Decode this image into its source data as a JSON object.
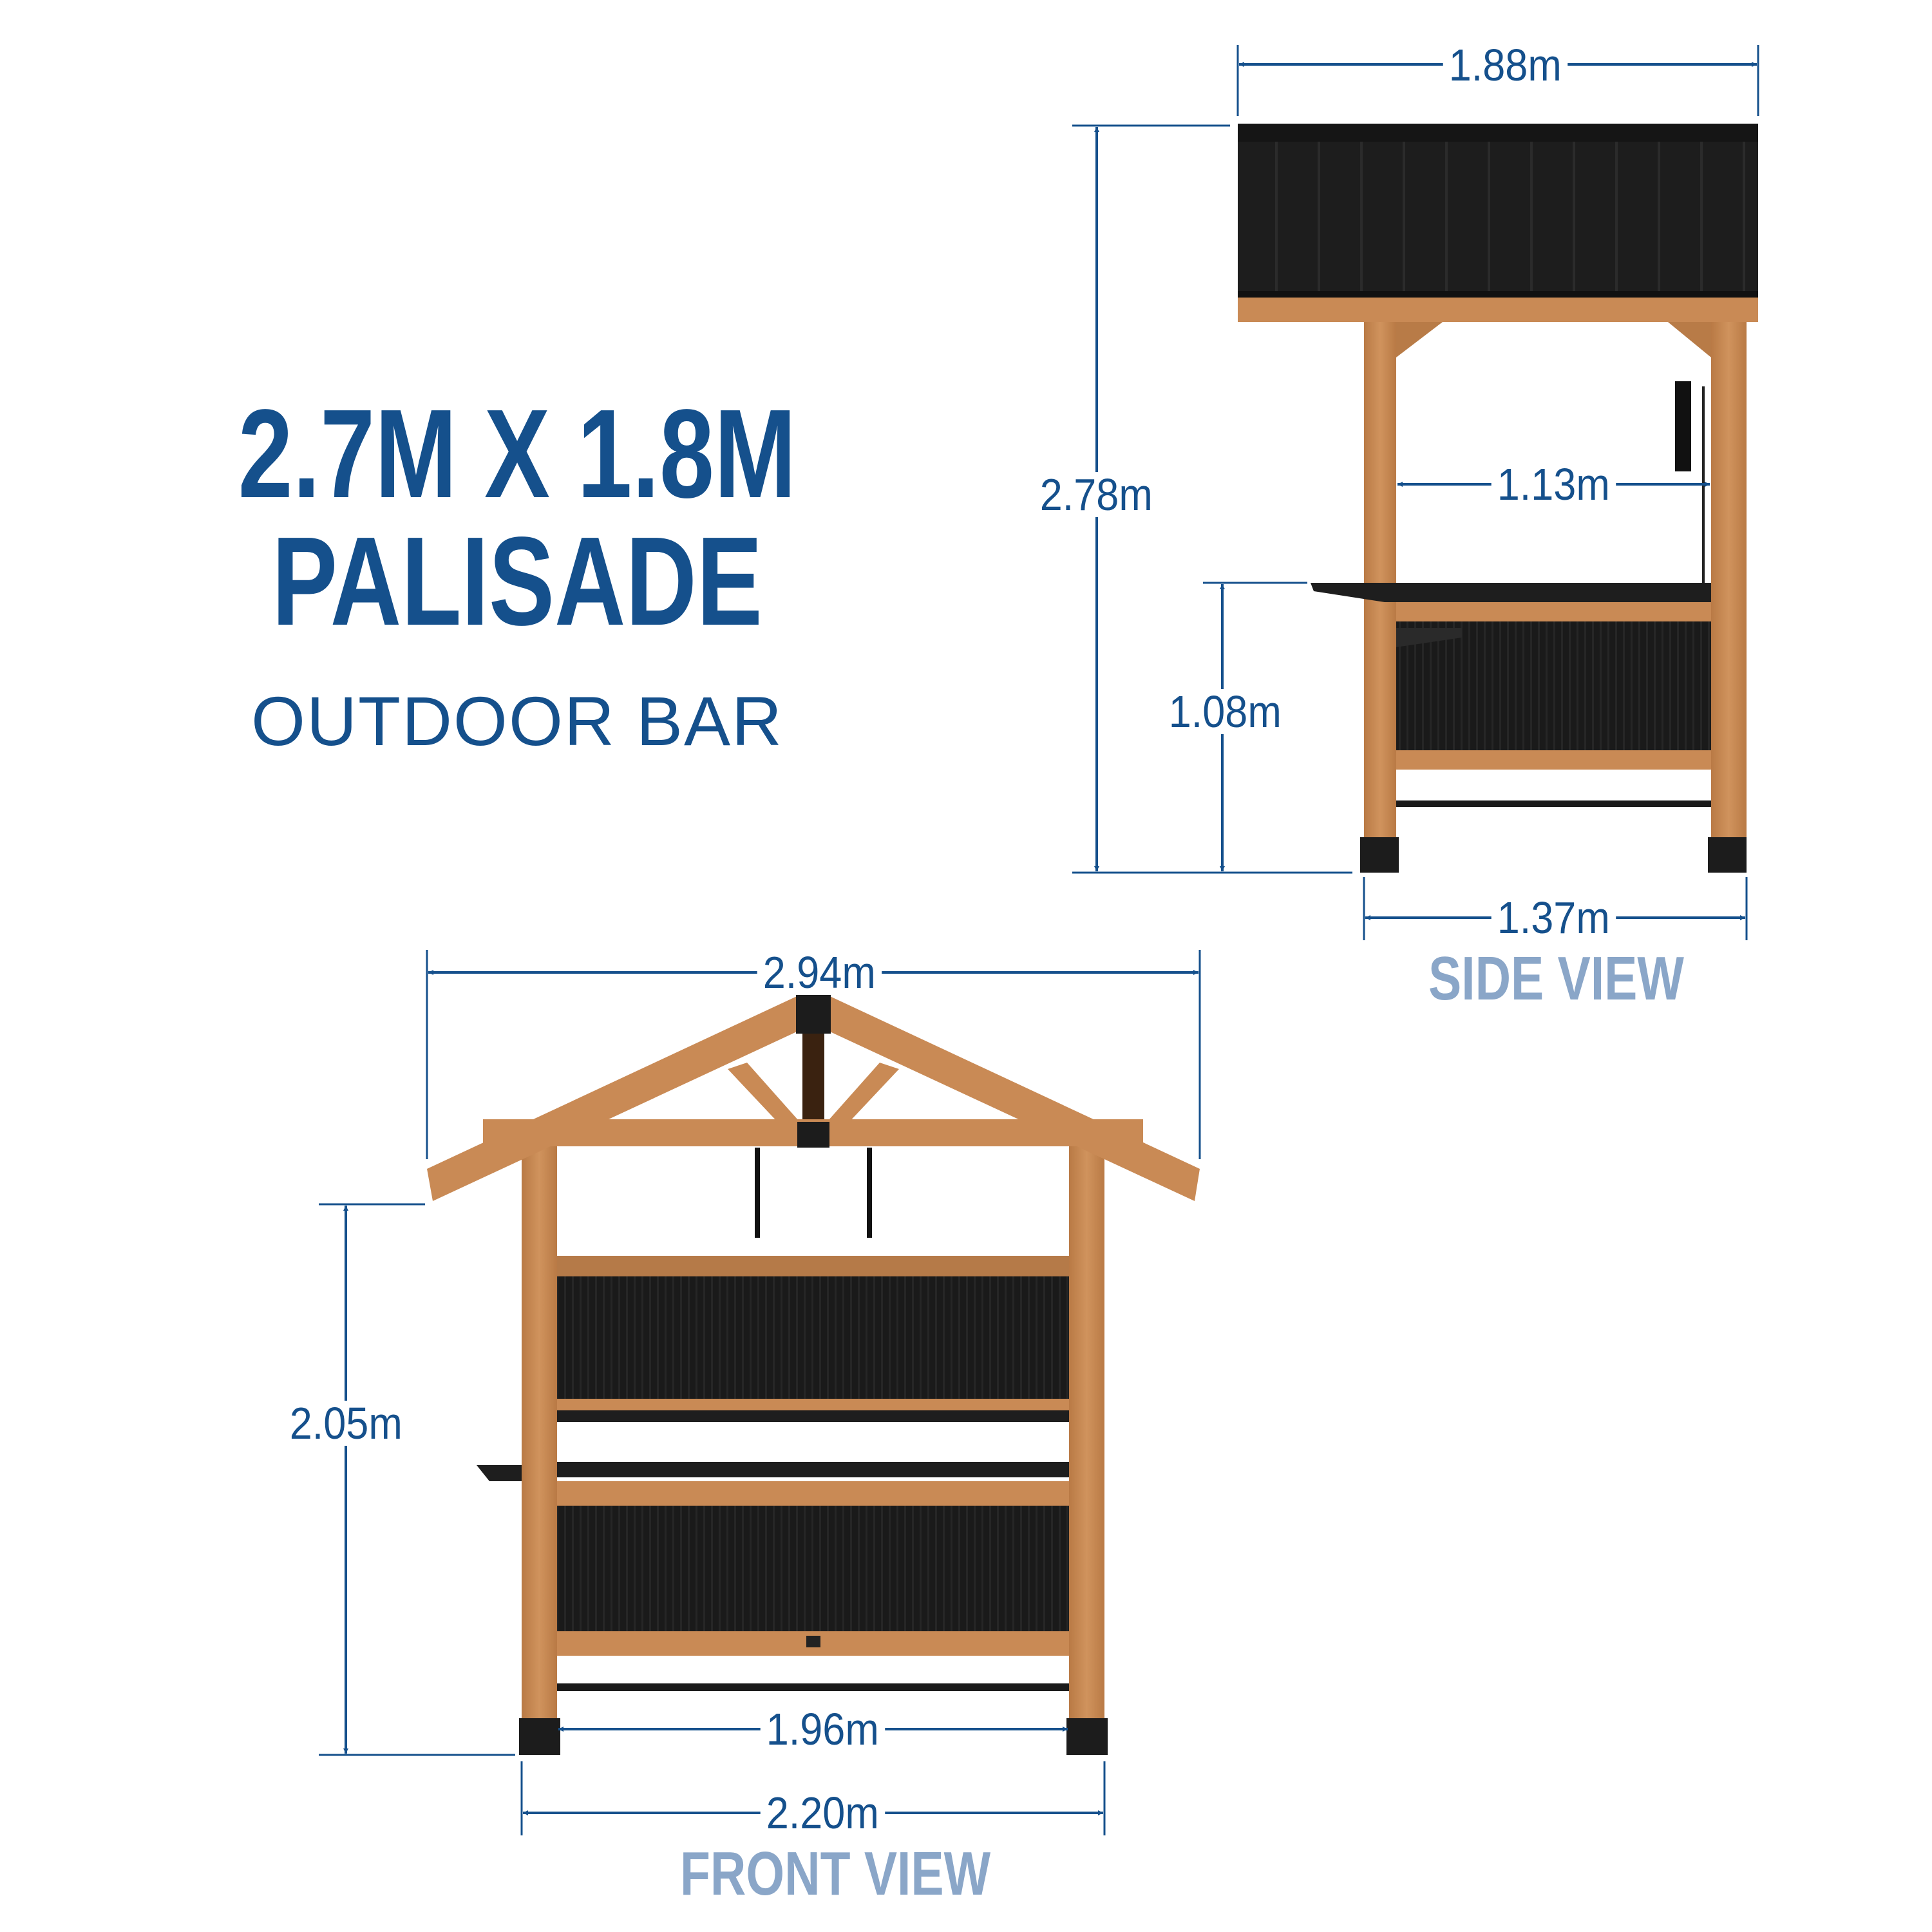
{
  "title": {
    "size": "2.7M X 1.8M",
    "name": "PALISADE",
    "subtitle": "OUTDOOR BAR"
  },
  "colors": {
    "primary_blue": "#15508c",
    "label_light_blue": "#8aa6c8",
    "wood": "#c98a55",
    "panel_black": "#1c1c1c",
    "background": "#ffffff"
  },
  "side_view": {
    "label": "SIDE VIEW",
    "dimensions": {
      "roof_width": "1.88m",
      "total_height": "2.78m",
      "inner_width": "1.13m",
      "counter_height": "1.08m",
      "post_width": "1.37m"
    }
  },
  "front_view": {
    "label": "FRONT VIEW",
    "dimensions": {
      "roof_width": "2.94m",
      "eave_height": "2.05m",
      "inner_width": "1.96m",
      "post_width": "2.20m"
    }
  }
}
